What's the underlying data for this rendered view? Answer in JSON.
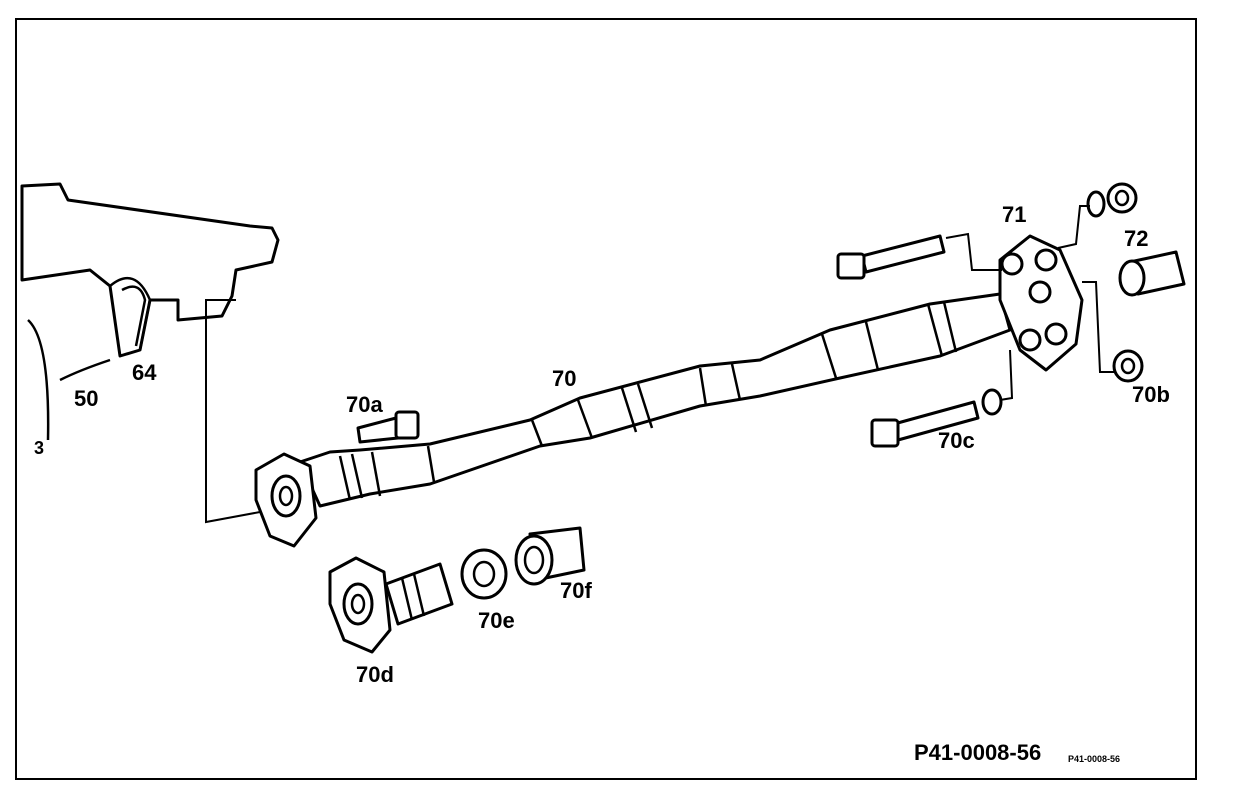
{
  "figure_code": "P41-0008-56",
  "figure_code_small": "P41-0008-56",
  "labels": {
    "p50": "50",
    "p64": "64",
    "p3": "3",
    "p70": "70",
    "p70a": "70a",
    "p70b": "70b",
    "p70c": "70c",
    "p70d": "70d",
    "p70e": "70e",
    "p70f": "70f",
    "p71": "71",
    "p72": "72"
  }
}
